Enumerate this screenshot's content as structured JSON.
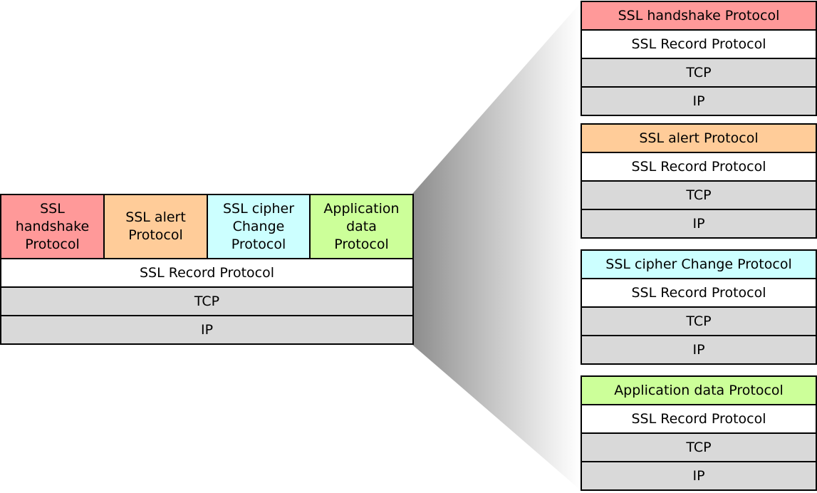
{
  "colors": {
    "handshake": "#FF9999",
    "alert": "#FFCC99",
    "cipher": "#CCFFFF",
    "appdata": "#CCFF99",
    "record": "#FFFFFF",
    "transport": "#D9D9D9",
    "outline": "#000000"
  },
  "main_stack": {
    "top_row": [
      {
        "label": "SSL\nhandshake\nProtocol",
        "color_key": "handshake"
      },
      {
        "label": "SSL alert\nProtocol",
        "color_key": "alert"
      },
      {
        "label": "SSL cipher\nChange\nProtocol",
        "color_key": "cipher"
      },
      {
        "label": "Application\ndata\nProtocol",
        "color_key": "appdata"
      }
    ],
    "record": "SSL Record Protocol",
    "tcp": "TCP",
    "ip": "IP"
  },
  "detail_stacks": [
    {
      "protocol": "SSL handshake Protocol",
      "color_key": "handshake",
      "record": "SSL Record Protocol",
      "tcp": "TCP",
      "ip": "IP"
    },
    {
      "protocol": "SSL alert Protocol",
      "color_key": "alert",
      "record": "SSL Record Protocol",
      "tcp": "TCP",
      "ip": "IP"
    },
    {
      "protocol": "SSL cipher Change Protocol",
      "color_key": "cipher",
      "record": "SSL Record Protocol",
      "tcp": "TCP",
      "ip": "IP"
    },
    {
      "protocol": "Application data Protocol",
      "color_key": "appdata",
      "record": "SSL Record Protocol",
      "tcp": "TCP",
      "ip": "IP"
    }
  ]
}
